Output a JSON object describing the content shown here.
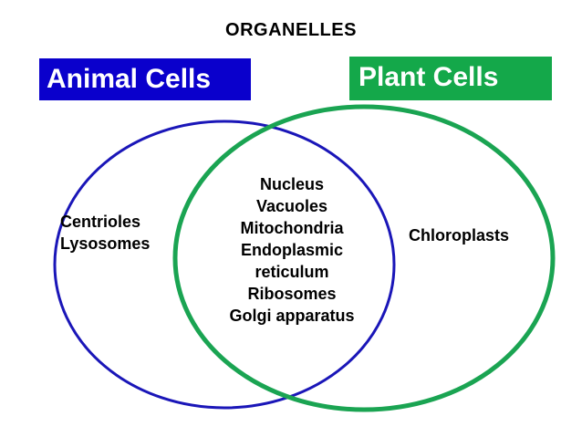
{
  "title": "ORGANELLES",
  "sets": {
    "animal": {
      "label": "Animal Cells",
      "box_color": "#0a00cc",
      "circle_color": "#1a16b8"
    },
    "plant": {
      "label": "Plant Cells",
      "box_color": "#14a84a",
      "circle_color": "#1aa452"
    }
  },
  "regions": {
    "animal_only": [
      "Centrioles",
      "Lysosomes"
    ],
    "shared": [
      "Nucleus",
      "Vacuoles",
      "Mitochondria",
      "Endoplasmic",
      "reticulum",
      "Ribosomes",
      "Golgi apparatus"
    ],
    "plant_only": [
      "Chloroplasts"
    ]
  }
}
